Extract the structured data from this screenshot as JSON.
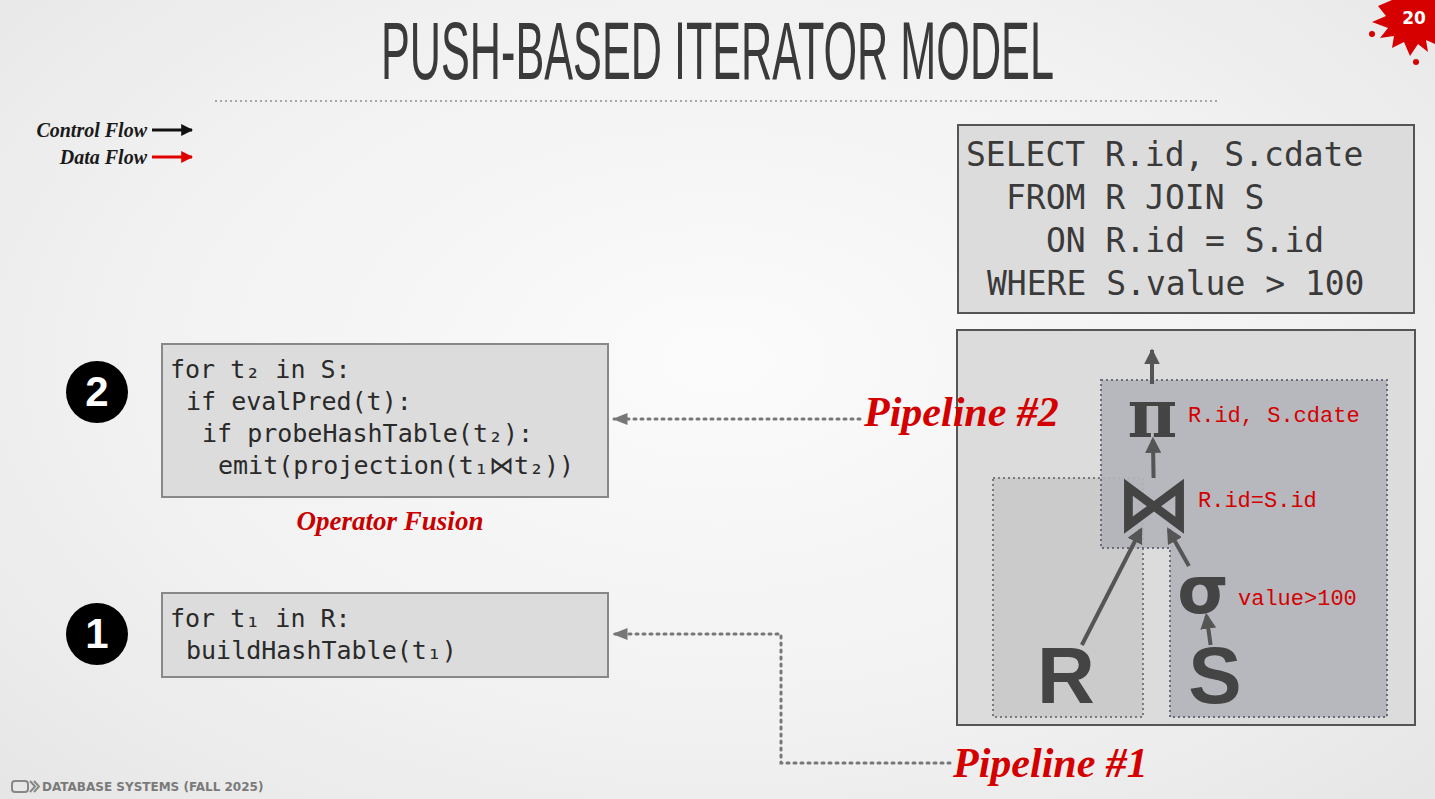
{
  "diagram": {
    "title": "PUSH-BASED ITERATOR MODEL",
    "nodes": [
      {
        "text": [
          "SELECT R.id, S.cdate",
          "FROM R JOIN S",
          "ON R.id = S.id",
          "WHERE S.value > 100"
        ]
      },
      {
        "text": [
          "for t₂ in S:",
          "if evalPred(t):",
          "if probeHashTable(t₂):",
          "emit(projection(t₁⋈t₂))"
        ]
      },
      {
        "text": [
          "for t₁ in R:",
          "buildHashTable(t₁)"
        ]
      },
      {
        "text": [
          "π",
          "R.id, S.cdate"
        ]
      },
      {
        "text": [
          "⋈",
          "R.id=S.id"
        ]
      },
      {
        "text": [
          "σ",
          "value>100"
        ]
      },
      {
        "text": [
          "R"
        ]
      },
      {
        "text": [
          "S"
        ]
      }
    ],
    "edges": [
      {
        "from": 6,
        "to": 4,
        "arrow": "to"
      },
      {
        "from": 7,
        "to": 5,
        "arrow": "to"
      },
      {
        "from": 5,
        "to": 4,
        "arrow": "to"
      },
      {
        "from": 4,
        "to": 3,
        "arrow": "to"
      }
    ],
    "labels": [
      "20",
      "2",
      "1",
      "Operator Fusion",
      "Pipeline #2",
      "Pipeline #1",
      "DATABASE SYSTEMS (FALL 2025)"
    ],
    "legend": [
      {
        "text": "Control Flow"
      },
      {
        "text": "Data Flow"
      }
    ]
  }
}
